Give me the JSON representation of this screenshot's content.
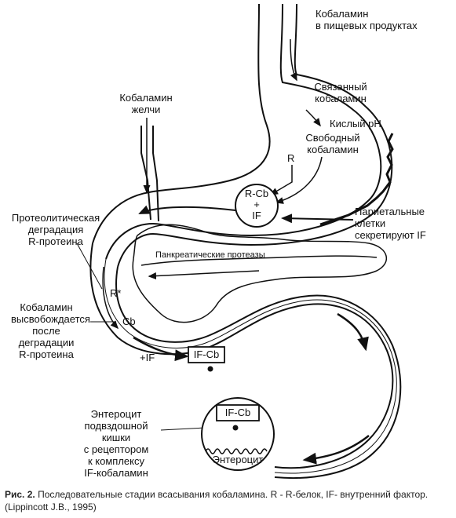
{
  "labels": {
    "food_cobalamin": [
      "Кобаламин",
      "в пищевых продуктах"
    ],
    "bound_cobalamin": [
      "Связанный",
      "кобаламин"
    ],
    "acid_ph": "Кислый pH",
    "free_cobalamin": [
      "Свободный",
      "кобаламин"
    ],
    "r_top": "R",
    "rcb_complex": [
      "R-Cb",
      "+",
      "IF"
    ],
    "bile_cobalamin": [
      "Кобаламин",
      "желчи"
    ],
    "proteolytic": [
      "Протеолитическая",
      "деградация",
      "R-протеина"
    ],
    "parietal": [
      "Париетальные",
      "клетки",
      "секретируют IF"
    ],
    "pancreatic": "Панкреатические протеазы",
    "r_star": "R*",
    "released": [
      "Кобаламин",
      "высвобождается",
      "после",
      "деградации",
      "R-протеина"
    ],
    "cb": "Cb",
    "plus_if": "+IF",
    "ifcb_box": "IF-Cb",
    "ifcb_receptor": "IF-Cb",
    "enterocyte": "Энтероцит",
    "enterocyte_desc": [
      "Энтероцит",
      "подвздошной",
      "кишки",
      "с рецептором",
      "к комплексу",
      "IF-кобаламин"
    ]
  },
  "caption": {
    "prefix": "Рис. 2.",
    "text": " Последовательные стадии всасывания кобаламина. R - R-белок, IF- внутренний фактор. (Lippincott J.B., 1995)"
  }
}
